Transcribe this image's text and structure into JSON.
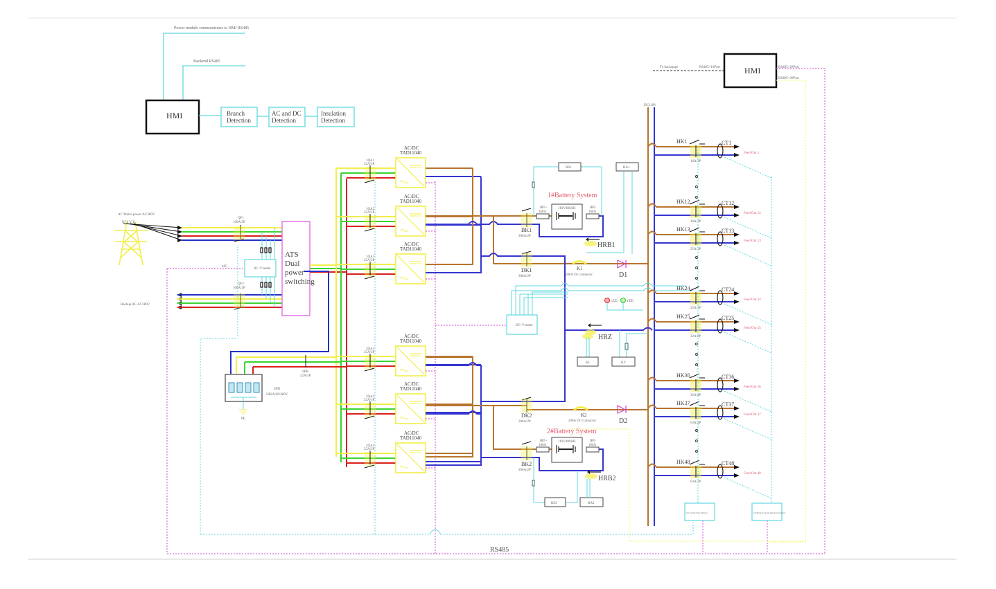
{
  "colors": {
    "phase_yellow": "#f2ee4a",
    "phase_green": "#39d431",
    "phase_red": "#d8201e",
    "neutral_blue": "#2330c8",
    "dc_positive_brown": "#b8742e",
    "dc_negative_blue": "#3535d0",
    "comm_cyan": "#5fd7df",
    "rs485_magenta": "#dd66dd",
    "comm_yellow": "#f5f57a",
    "ats_magenta": "#e060e0",
    "diode_magenta": "#d040c8",
    "label_red": "#e05a6a",
    "text_gray": "#444444"
  },
  "top_left": {
    "power_module_label": "Power module communicates to HMI RS485",
    "backend_label": "Backend RS485",
    "hmi_label": "HMI",
    "detection_boxes": [
      {
        "line1": "Branch",
        "line2": "Detection"
      },
      {
        "line1": "AC and DC",
        "line2": "Detection"
      },
      {
        "line1": "Insulation",
        "line2": "Detection"
      }
    ]
  },
  "top_right": {
    "to_backstage": "To backstage",
    "rs485_port_left": "RS485=1#Port",
    "hmi_label": "HMI",
    "rs485_port_right_1": "RS485=2#Port",
    "rs485_port_right_2": "RS485=3#Port"
  },
  "ac_input": {
    "mains_label": "AC Mains power AC380V",
    "phases_label": "N W V U",
    "backup_label": "Backup AC AC380V",
    "qf1_name": "QF1",
    "qf1_rating": "100A/3P",
    "qf2_name": "QF2",
    "qf2_rating": "100A/3P",
    "ac_module_label": "AC-V-meter",
    "link_485": "485",
    "ats_lines": [
      "ATS",
      "Dual",
      "power",
      "switching"
    ]
  },
  "spd": {
    "spk_name": "SPK",
    "spk_rating": "32A/3P",
    "spd_name": "SPD",
    "spd_rating": "50KA/4P/400V",
    "pe_label": "PE"
  },
  "rectifiers": {
    "group1": [
      {
        "breaker": "1QA1",
        "rating": "25A/3P",
        "model1": "AC/DC",
        "model2": "TAD11040"
      },
      {
        "breaker": "1QA2",
        "rating": "25A/3P",
        "model1": "AC/DC",
        "model2": "TAD11040"
      },
      {
        "breaker": "1QA3",
        "rating": "25A/3P",
        "model1": "AC/DC",
        "model2": "TAD11040"
      }
    ],
    "group2": [
      {
        "breaker": "2QA1",
        "rating": "25A/3P",
        "model1": "AC/DC",
        "model2": "TAD11040"
      },
      {
        "breaker": "2QA2",
        "rating": "25A/3P",
        "model1": "AC/DC",
        "model2": "TAD11040"
      },
      {
        "breaker": "2QA3",
        "rating": "25A/3P",
        "model1": "AC/DC",
        "model2": "TAD11040"
      }
    ]
  },
  "battery1": {
    "title": "1#Battery System",
    "bs_label": "BS1",
    "ba_label": "BA1",
    "fuse_pos": "1RT+",
    "fuse_pos_rating": "160A",
    "fuse_neg": "1RT-",
    "fuse_neg_rating": "160A",
    "battery_label": "110V400AH",
    "bk_name": "BK1",
    "bk_rating": "200A/2P",
    "dk_name": "DK1",
    "dk_rating": "200A/2P",
    "contactor_name": "K1",
    "contactor_label": "200A DC contactor",
    "diode": "D1",
    "hall": "HRB1"
  },
  "battery2": {
    "title": "2#Battery System",
    "bs_label": "BS2",
    "ba_label": "BA2",
    "fuse_pos": "1RT+",
    "fuse_pos_rating": "160A",
    "fuse_neg": "1RT-",
    "fuse_neg_rating": "160A",
    "battery_label": "110V400AH",
    "bk_name": "BK2",
    "bk_rating": "200A/2P",
    "dk_name": "DK2",
    "dk_rating": "200A/2P",
    "contactor_name": "K2",
    "contactor_label": "200A DC Contactor",
    "diode": "D2",
    "hall": "HRB2"
  },
  "monitor": {
    "dc_meter_label": "DC-V-meter",
    "led_red": "LED",
    "led_green": "YED",
    "hall_bus": "HRZ",
    "box_kl": "KL",
    "box_ky": "KY"
  },
  "dc_bus": {
    "label": "DC110V",
    "feeders": [
      {
        "hk": "HK1",
        "rating": "16A/2P",
        "ct": "CT1",
        "out": "Feed Out 1"
      },
      {
        "hk": "HK12",
        "rating": "16A/2P",
        "ct": "CT12",
        "out": "Feed Out 12"
      },
      {
        "hk": "HK13",
        "rating": "25A/2P",
        "ct": "CT13",
        "out": "Feed Out 13"
      },
      {
        "hk": "HK24",
        "rating": "25A/2P",
        "ct": "CT24",
        "out": "Feed Out 24"
      },
      {
        "hk": "HK25",
        "rating": "32A/2P",
        "ct": "CT25",
        "out": "Feed Out 25"
      },
      {
        "hk": "HK36",
        "rating": "32A/2P",
        "ct": "CT36",
        "out": "Feed Out 36"
      },
      {
        "hk": "HK37",
        "rating": "63A/2P",
        "ct": "CT37",
        "out": "Feed Out 37"
      },
      {
        "hk": "HK48",
        "rating": "63A/2P",
        "ct": "CT48",
        "out": "Feed Out 48"
      }
    ],
    "module1": "1#1 Switch State Monitor",
    "module2": "1#2 Branch Circuit Insulation Monitor"
  },
  "bottom": {
    "rs485_label": "RS485"
  }
}
